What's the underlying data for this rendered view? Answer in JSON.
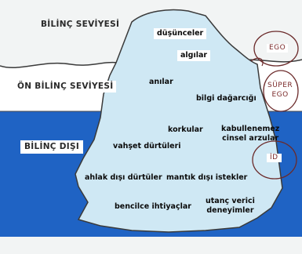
{
  "levels": {
    "conscious": "BİLİNÇ SEVİYESİ",
    "preconscious": "ÖN BİLİNÇ SEVİYESİ",
    "unconscious": "BİLİNÇ DIŞI"
  },
  "items": {
    "thoughts": "düşünceler",
    "perceptions": "algılar",
    "memories": "anılar",
    "knowledge": "bilgi dağarcığı",
    "fears": "korkular",
    "unacceptable_line1": "kabullenemez",
    "unacceptable_line2": "cinsel arzular",
    "violent_impulses": "vahşet dürtüleri",
    "immoral_impulses": "ahlak dışı dürtüler",
    "irrational_wishes": "mantık dışı istekler",
    "selfish_needs": "bencilce ihtiyaçlar",
    "shameful_line1": "utanç verici",
    "shameful_line2": "deneyimler"
  },
  "structures": {
    "ego": "EGO",
    "superego_line1": "SÜPER",
    "superego_line2": "EGO",
    "id": "İD"
  },
  "colors": {
    "background": "#f2f4f4",
    "water_upper": "#ffffff",
    "water_lower": "#1f63c4",
    "iceberg": "#cfe8f4",
    "outline": "#3a3a3a",
    "ellipse": "#6b2a2a"
  }
}
